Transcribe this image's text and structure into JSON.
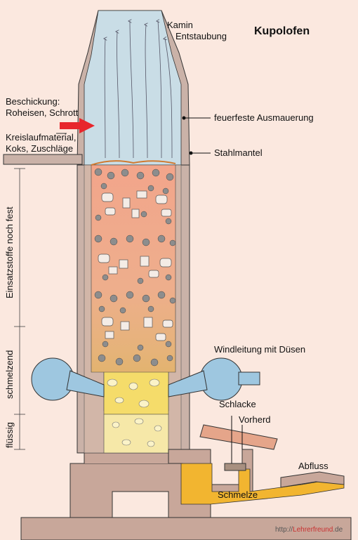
{
  "title": "Kupolofen",
  "labels": {
    "kamin": "Kamin",
    "entstaubung": "Entstaubung",
    "beschickung_line1": "Beschickung:",
    "beschickung_line2": "Roheisen, Schrott",
    "kreislauf_line1": "Kreislaufmaterial,",
    "kreislauf_line2": "Koks, Zuschläge",
    "ausmauerung": "feuerfeste Ausmauerung",
    "stahlmantel": "Stahlmantel",
    "windleitung": "Windleitung mit Düsen",
    "schlacke": "Schlacke",
    "vorherd": "Vorherd",
    "abfluss": "Abfluss",
    "schmelze": "Schmelze"
  },
  "zones": {
    "fest": "Einsatzstoffe noch fest",
    "schmelzend": "schmelzend",
    "fluessig": "flüssig"
  },
  "credit": {
    "prefix": "http://",
    "brand": "Lehrerfreund",
    "suffix": ".de"
  },
  "colors": {
    "background": "#fbe8df",
    "chimney": "#c9dde6",
    "wall": "#c8a79a",
    "charge_top": "#f2a58b",
    "charge_mid": "#eab38a",
    "charge_low": "#e0b060",
    "melting": "#f5dc6a",
    "liquid": "#f6e8a8",
    "wind": "#9ec7e0",
    "feed_arrow": "#e8262c",
    "slag": "#a89080",
    "melt": "#f2b530"
  }
}
